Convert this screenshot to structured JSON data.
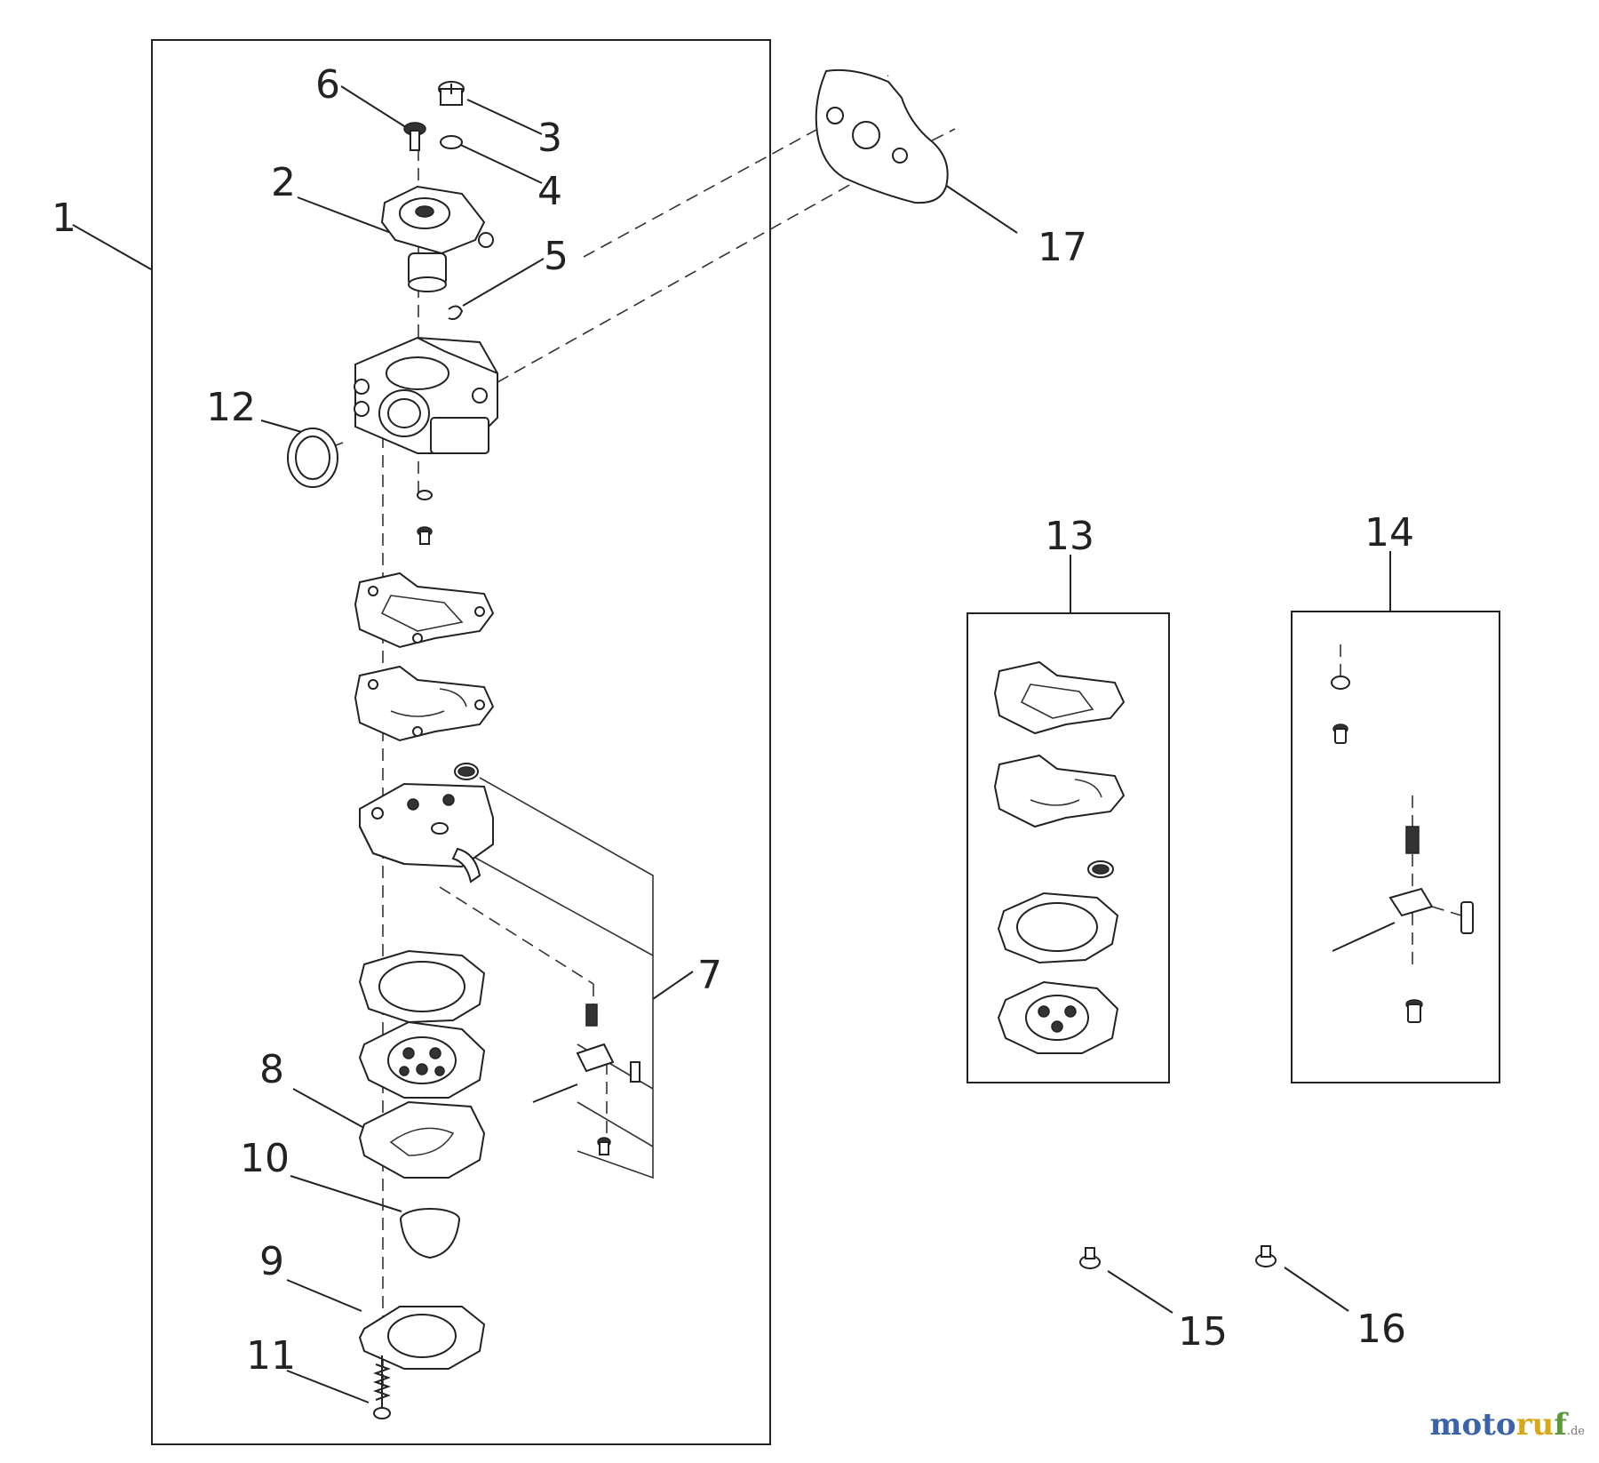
{
  "callouts": {
    "c1": "1",
    "c2": "2",
    "c3": "3",
    "c4": "4",
    "c5": "5",
    "c6": "6",
    "c7": "7",
    "c8": "8",
    "c9": "9",
    "c10": "10",
    "c11": "11",
    "c12": "12",
    "c13": "13",
    "c14": "14",
    "c15": "15",
    "c16": "16",
    "c17": "17"
  },
  "watermark": "motoruf.de",
  "colors": {
    "line": "#222222",
    "background": "#ffffff"
  }
}
